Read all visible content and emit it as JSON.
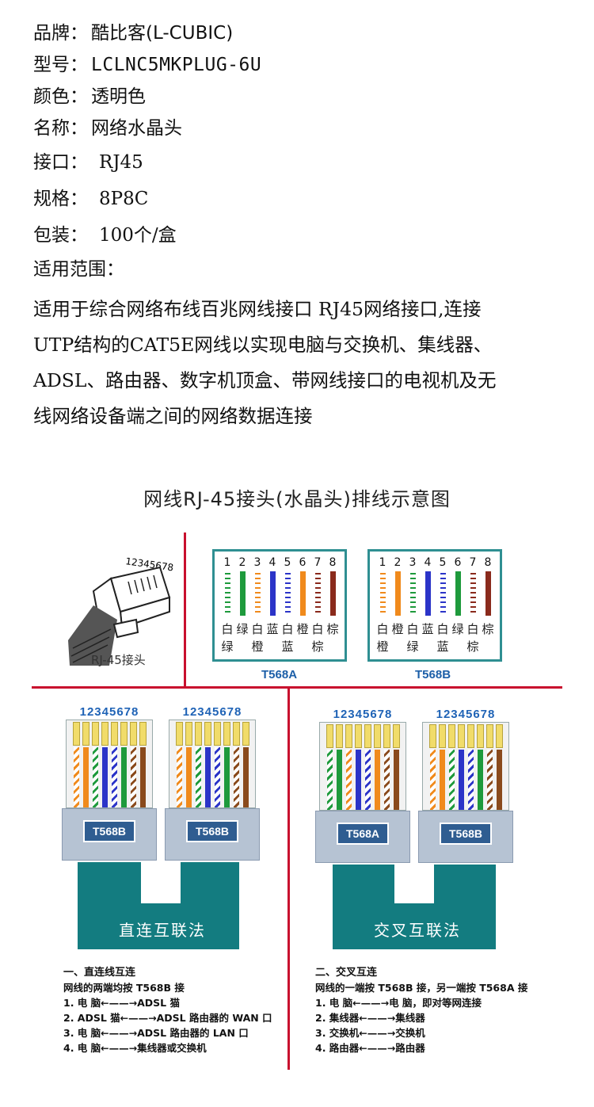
{
  "spec": [
    {
      "key": "品牌：",
      "value": "酷比客(L-CUBIC)",
      "style": "plain"
    },
    {
      "key": "型号：",
      "value": "LCLNC5MKPLUG-6U",
      "style": "mono"
    },
    {
      "key": "颜色：",
      "value": "透明色",
      "style": "plain"
    },
    {
      "key": "名称：",
      "value": "网络水晶头",
      "style": "plain"
    },
    {
      "key": "接口：",
      "value": "RJ45",
      "style": "serif"
    },
    {
      "key": "规格：",
      "value": "8P8C",
      "style": "serif"
    },
    {
      "key": "包装：",
      "value": "100个/盒",
      "style": "serif"
    },
    {
      "key": "适用范围：",
      "value": "",
      "style": "plain"
    }
  ],
  "description": [
    "适用于综合网络布线百兆网线接口  RJ45网络接口,连接",
    "UTP结构的CAT5E网线以实现电脑与交换机、集线器、",
    "ADSL、路由器、数字机顶盒、带网线接口的电视机及无",
    "线网络设备端之间的网络数据连接"
  ],
  "diagram": {
    "title": "网线RJ-45接头(水晶头)排线示意图",
    "pin_digits": "12345678",
    "rj45_label": "RJ-45接头",
    "pins": [
      "1",
      "2",
      "3",
      "4",
      "5",
      "6",
      "7",
      "8"
    ],
    "t568a": {
      "name": "T568A",
      "top_labels": [
        "白",
        "绿",
        "白",
        "蓝",
        "白",
        "橙",
        "白",
        "棕"
      ],
      "bottom_labels": [
        "绿",
        "橙",
        "蓝",
        "棕"
      ]
    },
    "t568b": {
      "name": "T568B",
      "top_labels": [
        "白",
        "橙",
        "白",
        "蓝",
        "白",
        "绿",
        "白",
        "棕"
      ],
      "bottom_labels": [
        "橙",
        "绿",
        "蓝",
        "棕"
      ]
    },
    "connector_digits": "12345678",
    "straight": {
      "left_label": "T568B",
      "right_label": "T568B",
      "band_label": "直连互联法"
    },
    "cross": {
      "left_label": "T568A",
      "right_label": "T568B",
      "band_label": "交叉互联法"
    },
    "notes_straight": [
      "一、直连线互连",
      "网线的两端均按 T568B 接",
      "1.  电    脑←——→ADSL 猫",
      "2.  ADSL 猫←——→ADSL 路由器的 WAN 口",
      "3.  电    脑←——→ADSL 路由器的 LAN 口",
      "4.  电    脑←——→集线器或交换机"
    ],
    "notes_cross": [
      "二、交叉互连",
      "网线的一端按 T568B 接，另一端按 T568A 接",
      "1.  电    脑←——→电    脑，即对等网连接",
      "2.  集线器←——→集线器",
      "3.  交换机←——→交换机",
      "4.  路由器←——→路由器"
    ]
  },
  "colors": {
    "accent_red": "#c8102e",
    "teal": "#137c80",
    "blue_text": "#1f63b6"
  }
}
